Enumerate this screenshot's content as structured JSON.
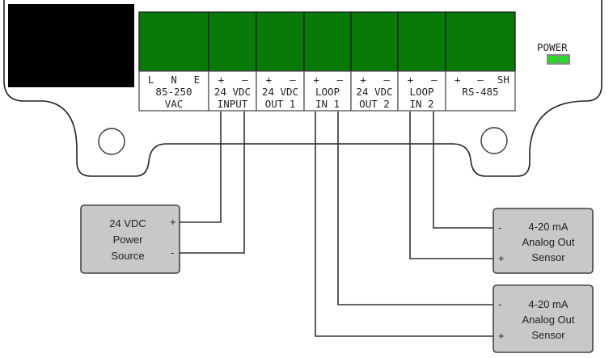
{
  "terminal_block": {
    "color_green": "#087a08",
    "terminals": [
      {
        "pins": [
          "L",
          "N",
          "E"
        ],
        "line1": "85-250",
        "line2": "VAC"
      },
      {
        "pins": [
          "+",
          "–"
        ],
        "line1": "24 VDC",
        "line2": "INPUT"
      },
      {
        "pins": [
          "+",
          "–"
        ],
        "line1": "24 VDC",
        "line2": "OUT 1"
      },
      {
        "pins": [
          "+",
          "–"
        ],
        "line1": "LOOP",
        "line2": "IN 1"
      },
      {
        "pins": [
          "+",
          "–"
        ],
        "line1": "24 VDC",
        "line2": "OUT 2"
      },
      {
        "pins": [
          "+",
          "–"
        ],
        "line1": "LOOP",
        "line2": "IN 2"
      },
      {
        "pins": [
          "+",
          "–",
          "SH"
        ],
        "line1": "RS-485",
        "line2": ""
      }
    ]
  },
  "power_indicator": {
    "label": "POWER",
    "led_color": "#22dd22"
  },
  "power_source": {
    "lines": [
      "24 VDC",
      "Power",
      "Source"
    ],
    "plus": "+",
    "minus": "-"
  },
  "sensors": [
    {
      "lines": [
        "4-20 mA",
        "Analog Out",
        "Sensor"
      ],
      "minus": "-",
      "plus": "+"
    },
    {
      "lines": [
        "4-20 mA",
        "Analog Out",
        "Sensor"
      ],
      "minus": "-",
      "plus": "+"
    }
  ]
}
